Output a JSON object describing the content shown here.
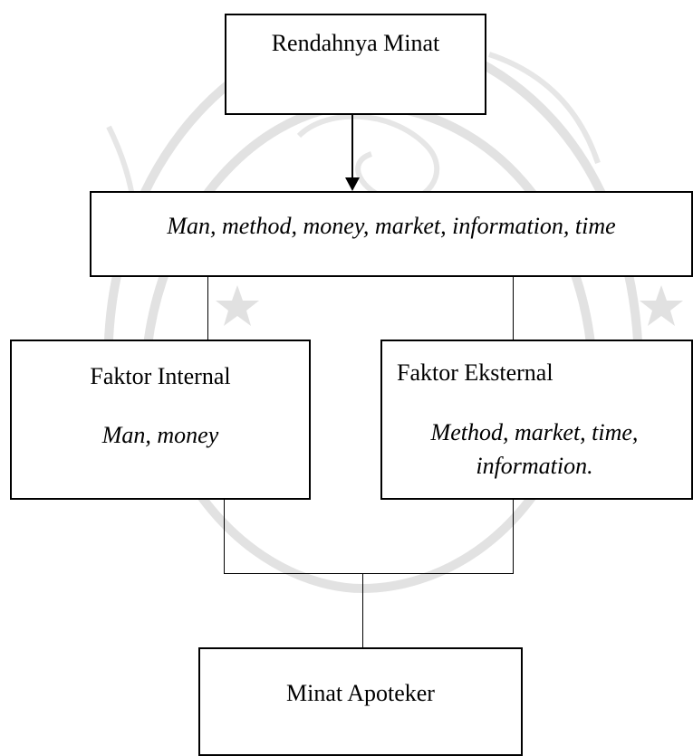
{
  "diagram": {
    "top_box": {
      "label": "Rendahnya Minat"
    },
    "factors_box": {
      "label": "Man, method, money, market, information, time"
    },
    "internal_box": {
      "title": "Faktor Internal",
      "items": "Man, money"
    },
    "external_box": {
      "title": "Faktor Eksternal",
      "items": "Method, market, time, information."
    },
    "bottom_box": {
      "label": "Minat Apoteker"
    }
  },
  "colors": {
    "line": "#000000",
    "box_fill": "#ffffff",
    "watermark": "#c9c9c9"
  }
}
